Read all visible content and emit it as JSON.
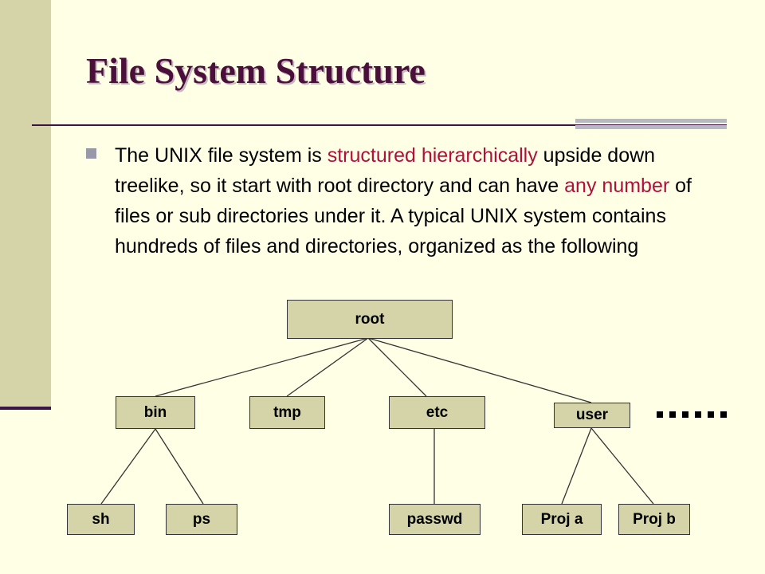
{
  "slide": {
    "title": "File System Structure",
    "colors": {
      "background": "#ffffe5",
      "sidebar": "#d4d4a8",
      "title": "#4a0f3a",
      "highlight": "#b0103c",
      "node_fill": "#d4d4a8"
    }
  },
  "bullet": {
    "text_1": "The UNIX file system is ",
    "highlight_1": "structured hierarchically",
    "text_2": " upside down treelike, so it start with root directory and can have ",
    "highlight_2": "any number",
    "text_3": " of files or sub directories under it. A typical UNIX system contains hundreds of files and directories, organized as the following"
  },
  "tree": {
    "root": "root",
    "bin": "bin",
    "tmp": "tmp",
    "etc": "etc",
    "user": "user",
    "sh": "sh",
    "ps": "ps",
    "passwd": "passwd",
    "proj_a": "Proj a",
    "proj_b": "Proj b"
  }
}
